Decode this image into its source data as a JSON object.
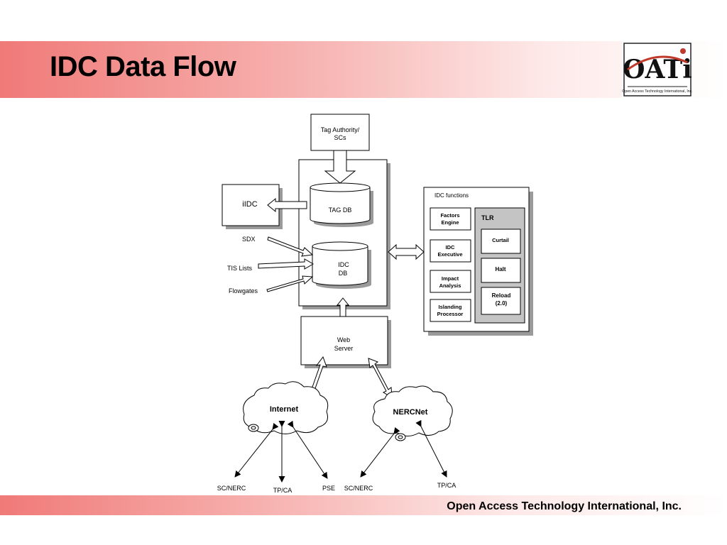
{
  "title": "IDC Data Flow",
  "footer": "Open Access Technology International, Inc.",
  "logo": {
    "name": "OATi",
    "tagline": "Open Access Technology International, Inc."
  },
  "nodes": {
    "tag_authority": [
      "Tag Authority/",
      "SCs"
    ],
    "tag_db": "TAG DB",
    "iidc": "iIDC",
    "idc_db": [
      "IDC",
      "DB"
    ],
    "web_server": [
      "Web",
      "Server"
    ],
    "internet": "Internet",
    "nercnet": "NERCNet"
  },
  "inputs": {
    "sdx": "SDX",
    "tis_lists": "TIS Lists",
    "flowgates": "Flowgates"
  },
  "idc_functions": {
    "label": "IDC functions",
    "factors_engine": [
      "Factors",
      "Engine"
    ],
    "idc_executive": [
      "IDC",
      "Executive"
    ],
    "impact_analysis": [
      "Impact",
      "Analysis"
    ],
    "islanding_processor": [
      "Islanding",
      "Processor"
    ],
    "tlr": {
      "label": "TLR",
      "curtail": "Curtail",
      "halt": "Halt",
      "reload": [
        "Reload",
        "(2.0)"
      ]
    }
  },
  "endpoints": {
    "internet_sc_nerc": "SC/NERC",
    "internet_tp_ca": "TP/CA",
    "internet_pse": "PSE",
    "nercnet_sc_nerc": "SC/NERC",
    "nercnet_tp_ca": "TP/CA"
  }
}
